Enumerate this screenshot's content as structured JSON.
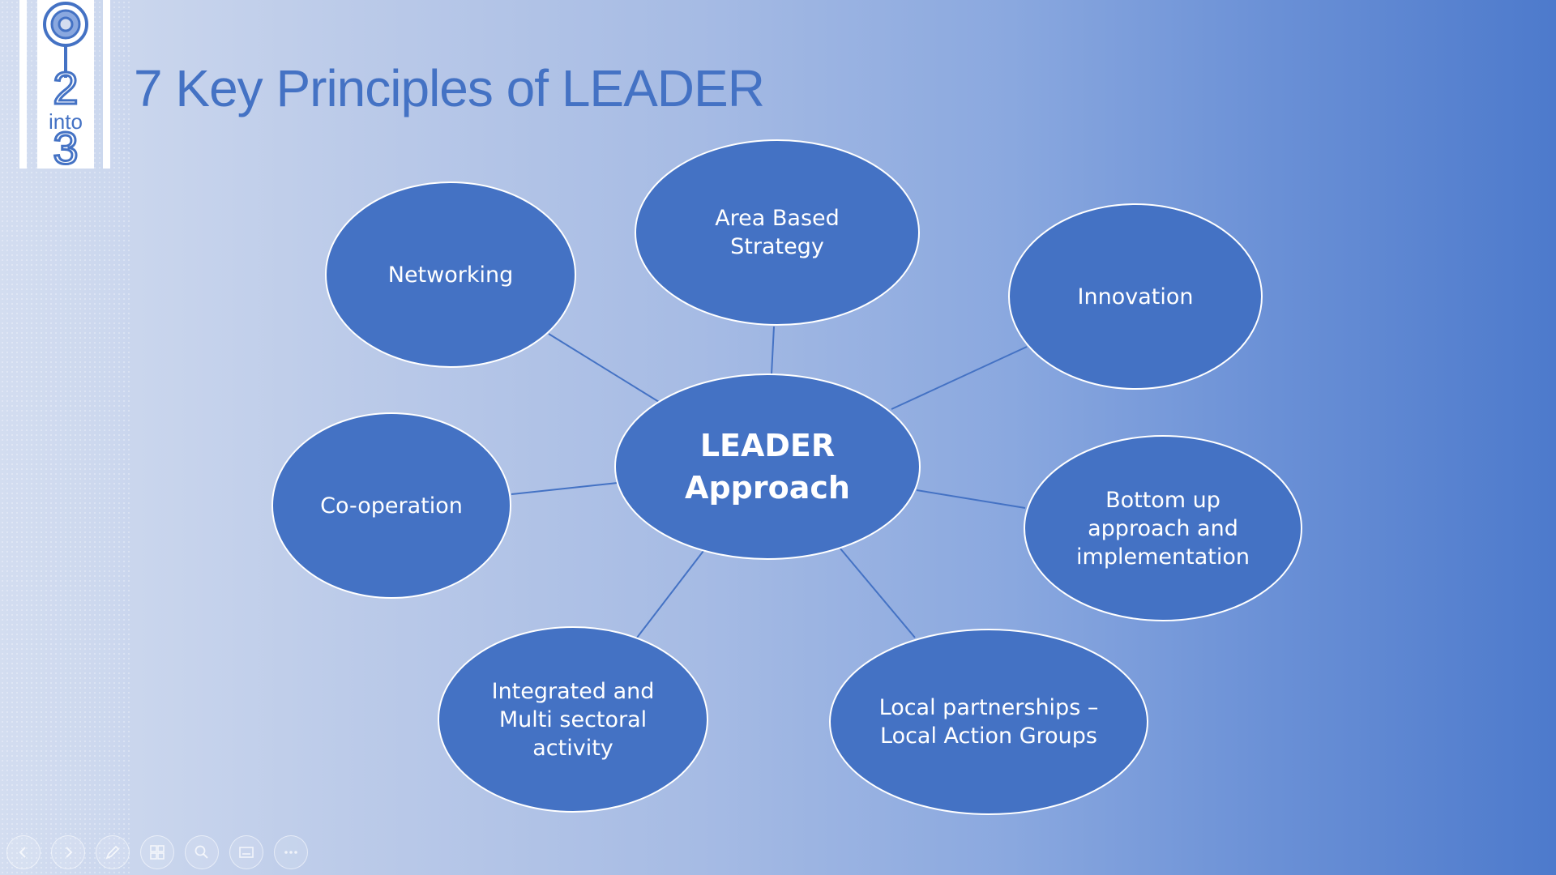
{
  "slide": {
    "title": "7 Key Principles of LEADER"
  },
  "logo": {
    "text_top": "2",
    "text_mid": "into",
    "text_bottom": "3"
  },
  "diagram": {
    "center": "LEADER\nApproach",
    "nodes": [
      {
        "id": "networking",
        "label": "Networking"
      },
      {
        "id": "area-based-strategy",
        "label": "Area Based\nStrategy"
      },
      {
        "id": "innovation",
        "label": "Innovation"
      },
      {
        "id": "co-operation",
        "label": "Co-operation"
      },
      {
        "id": "bottom-up",
        "label": "Bottom up\napproach and\nimplementation"
      },
      {
        "id": "integrated",
        "label": "Integrated and\nMulti sectoral\nactivity"
      },
      {
        "id": "local-partnerships",
        "label": "Local partnerships –\nLocal Action Groups"
      }
    ]
  },
  "colors": {
    "accent": "#4472c4",
    "node_fill": "#4472c4",
    "node_stroke": "#ffffff",
    "label_text": "#ffffff"
  },
  "toolbar": {
    "buttons": [
      {
        "id": "previous",
        "icon": "arrow-left-icon"
      },
      {
        "id": "next",
        "icon": "arrow-right-icon"
      },
      {
        "id": "pen",
        "icon": "pen-icon"
      },
      {
        "id": "slides-overview",
        "icon": "grid-icon"
      },
      {
        "id": "zoom",
        "icon": "magnifier-icon"
      },
      {
        "id": "subtitles",
        "icon": "subtitles-icon"
      },
      {
        "id": "more",
        "icon": "more-icon"
      }
    ]
  }
}
